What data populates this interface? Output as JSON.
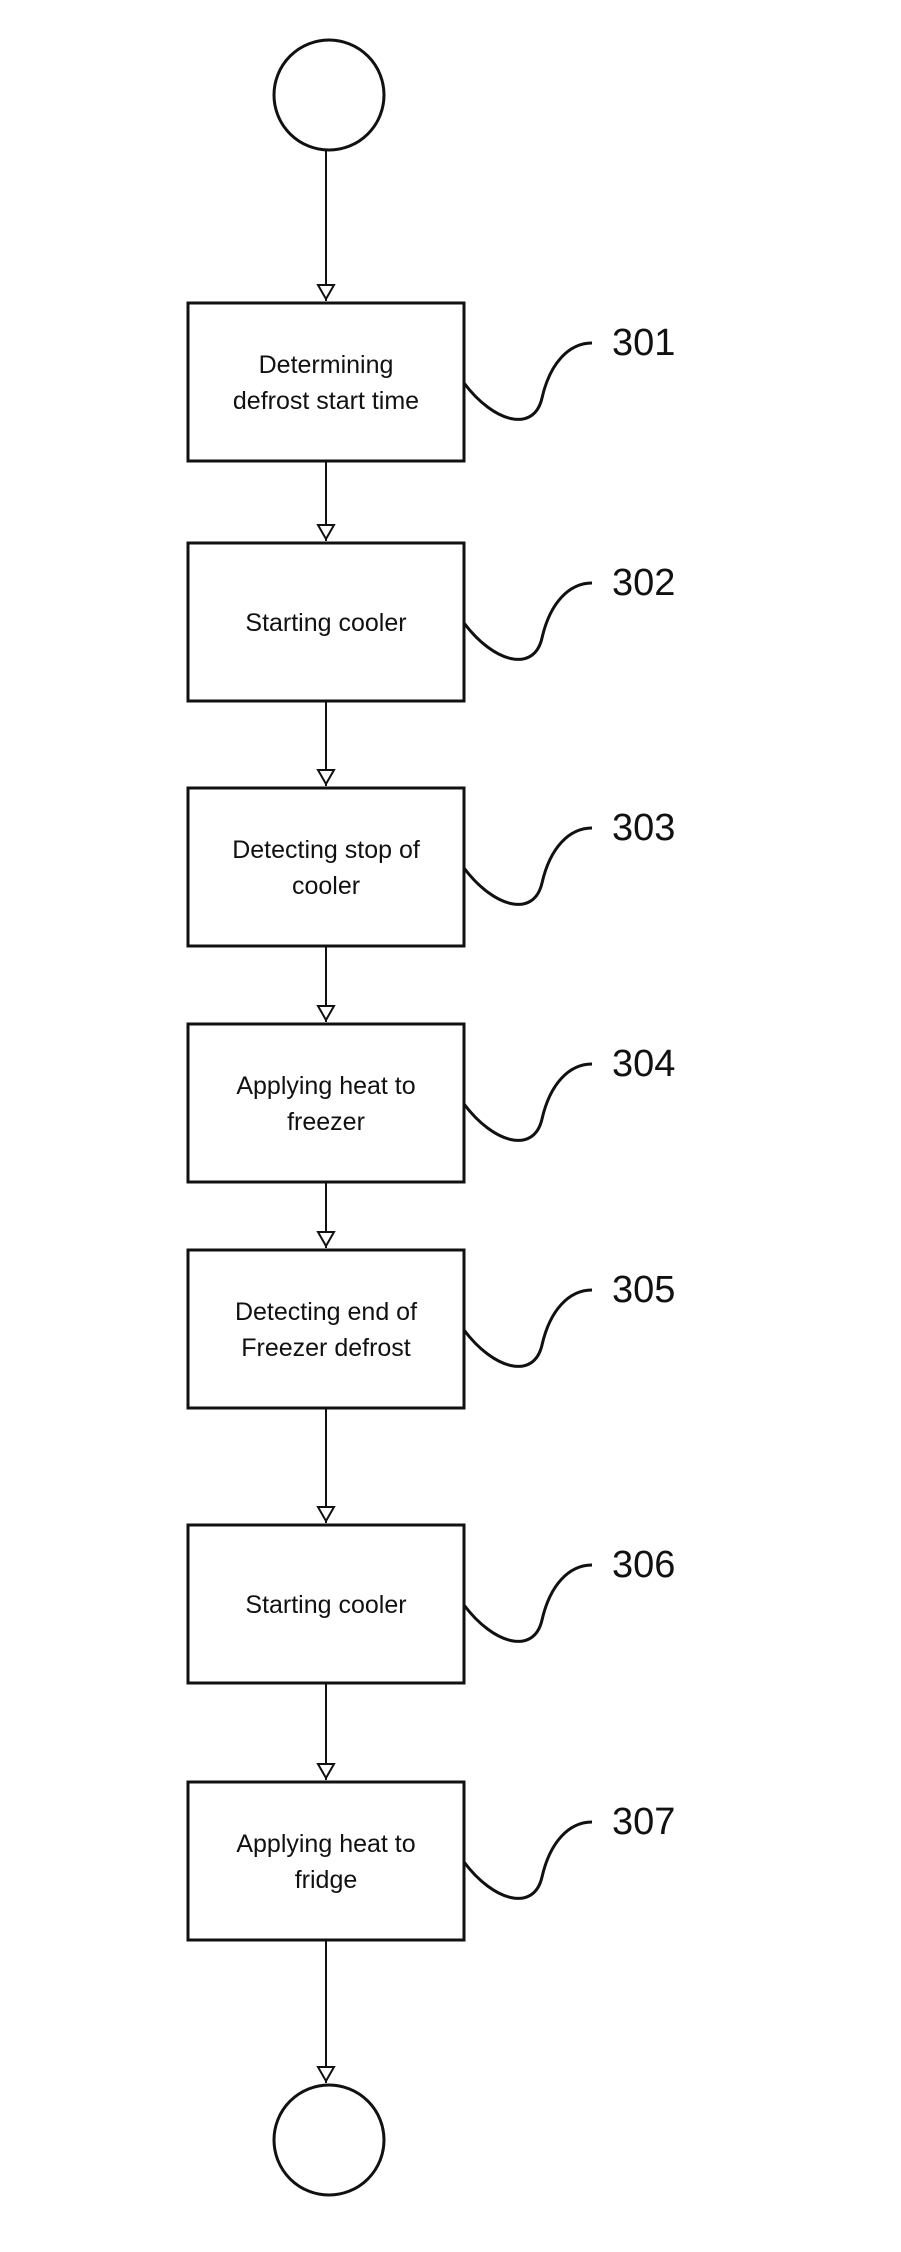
{
  "flowchart": {
    "steps": [
      {
        "lines": [
          "Determining",
          "defrost start time"
        ],
        "ref": "301"
      },
      {
        "lines": [
          "Starting cooler"
        ],
        "ref": "302"
      },
      {
        "lines": [
          "Detecting stop of",
          "cooler"
        ],
        "ref": "303"
      },
      {
        "lines": [
          "Applying heat to",
          "freezer"
        ],
        "ref": "304"
      },
      {
        "lines": [
          "Detecting end of",
          "Freezer defrost"
        ],
        "ref": "305"
      },
      {
        "lines": [
          "Starting cooler"
        ],
        "ref": "306"
      },
      {
        "lines": [
          "Applying heat to",
          "fridge"
        ],
        "ref": "307"
      }
    ]
  }
}
